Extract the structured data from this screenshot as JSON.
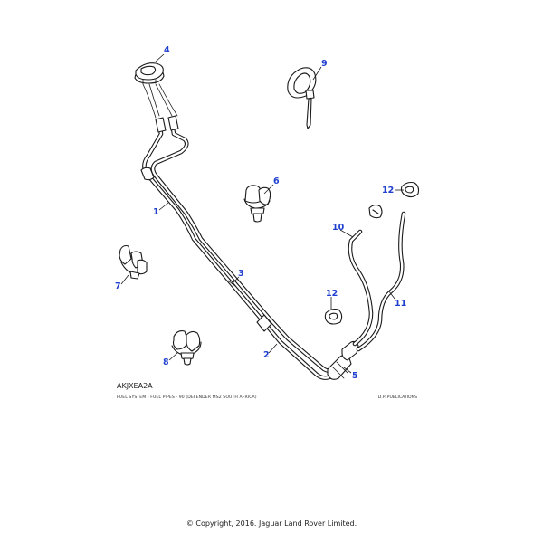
{
  "diagram": {
    "code": "AKJXEA2A",
    "caption": "FUEL SYSTEM - FUEL PIPES - 90 (DEFENDER MS2 SOUTH AFRICA)",
    "publisher": "D.P. PUBLICATIONS",
    "callouts": [
      "1",
      "2",
      "3",
      "4",
      "5",
      "6",
      "7",
      "8",
      "9",
      "10",
      "11",
      "12",
      "12"
    ]
  },
  "footer": {
    "copyright": "© Copyright, 2016. Jaguar Land Rover Limited."
  }
}
